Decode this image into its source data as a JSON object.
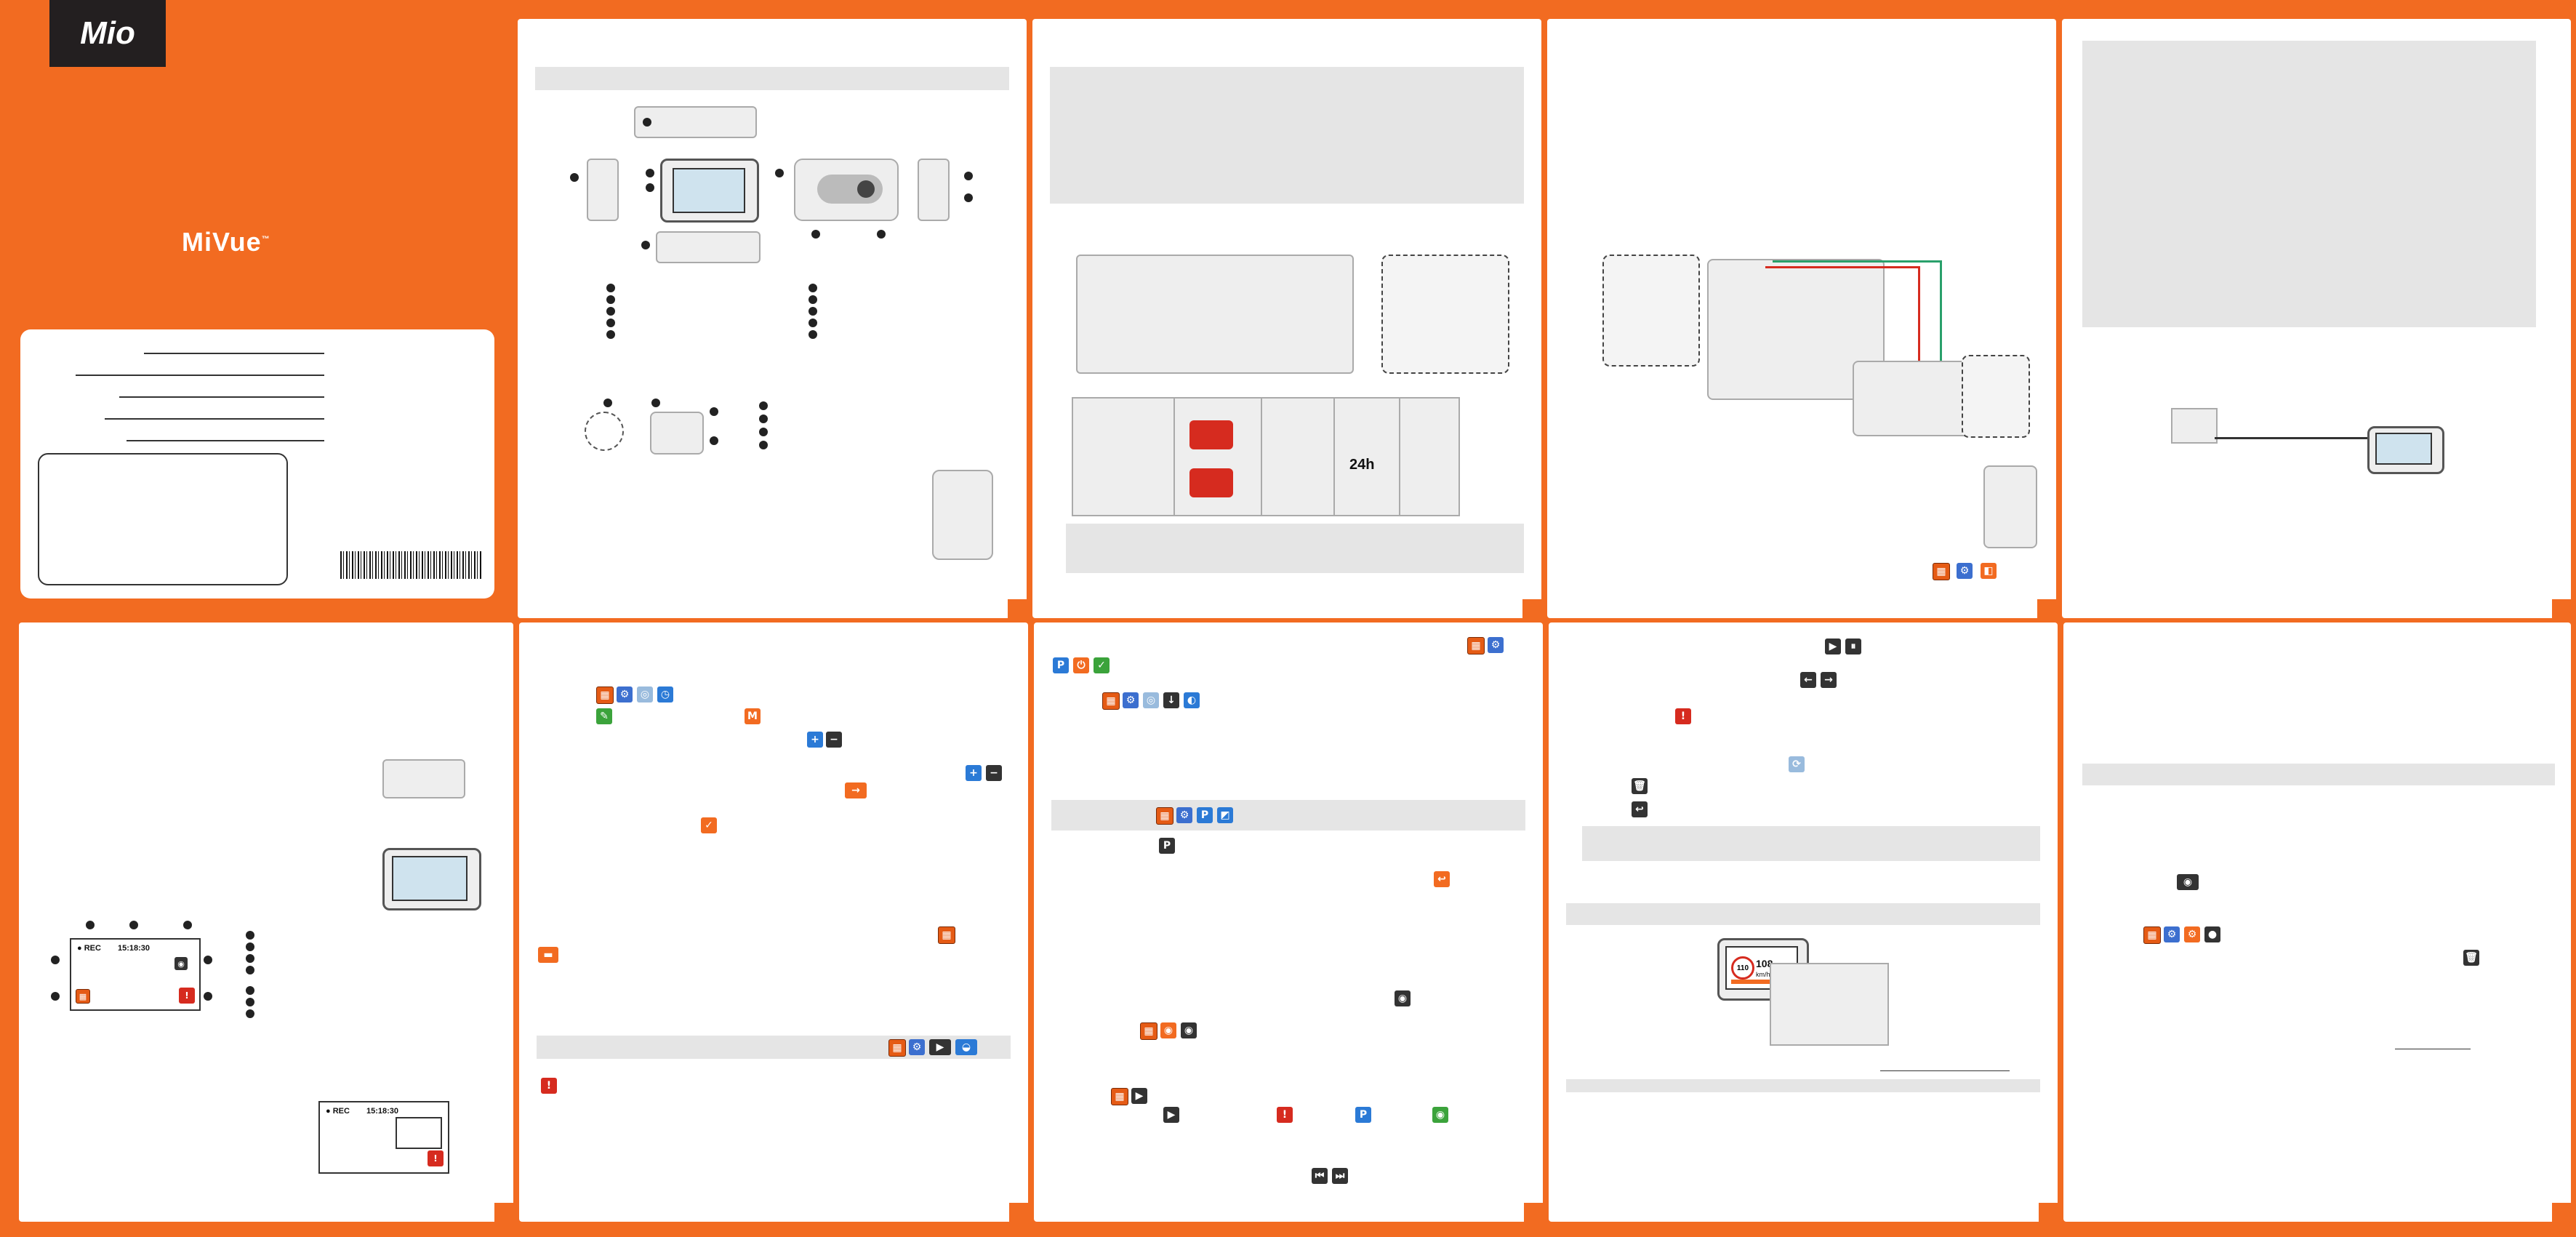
{
  "cover": {
    "brand_logo": "Mio",
    "product_name": "MiVue",
    "trademark": "™"
  },
  "quick_start_screen": {
    "rec_indicator": "● REC",
    "clock": "15:18:30"
  },
  "quick_start_screen_2": {
    "rec_indicator": "● REC",
    "clock": "15:18:30"
  },
  "speed_display": {
    "speed_limit": "110",
    "current_speed": "108",
    "unit": "km/h"
  },
  "install_timer": "24h",
  "icons": {
    "menu": "grid-menu-icon",
    "settings": "gear-icon",
    "play": "play-icon",
    "pause": "pause-icon",
    "prev": "arrow-left-icon",
    "next": "arrow-right-icon",
    "delete": "trash-icon",
    "back": "back-icon",
    "camera": "camera-icon",
    "warning": "warning-icon",
    "parking": "parking-icon",
    "plus": "plus-icon",
    "minus": "minus-icon",
    "check": "check-icon",
    "power": "power-icon",
    "skip_prev": "skip-previous-icon",
    "skip_next": "skip-next-icon"
  },
  "colors": {
    "brand_orange": "#f26b21",
    "logo_black": "#231f20",
    "accent_red": "#d62b1f",
    "icon_blue": "#3c6fcf"
  }
}
